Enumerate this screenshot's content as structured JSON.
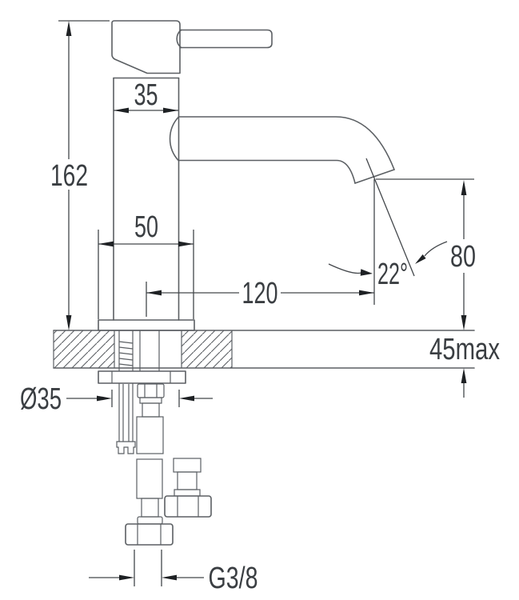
{
  "diagram": {
    "title": "Basin mixer tap installation dimension drawing",
    "view": "side elevation with worktop cross-section and supply hoses",
    "units": "mm",
    "labels": {
      "overall_height": "162",
      "body_width": "35",
      "base_width": "50",
      "spout_reach": "120",
      "flow_angle": "22°",
      "spout_height": "80",
      "deck_thickness": "45max",
      "hole_diameter": "Ø35",
      "thread_size": "G3/8"
    },
    "colors": {
      "background": "#ffffff",
      "outline": "#5b5f63",
      "dimension": "#43474b",
      "text": "#3a3e42"
    }
  }
}
